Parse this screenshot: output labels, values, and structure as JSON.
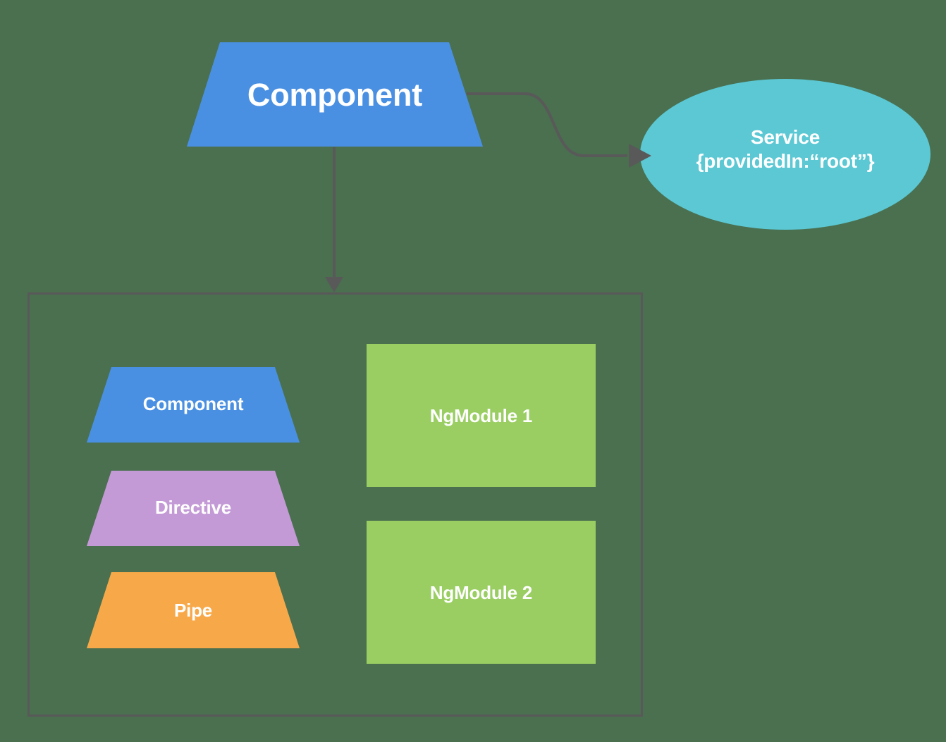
{
  "diagram": {
    "title": "Angular Component, Service and NgModule relationship diagram",
    "background_color": "#4a7050",
    "connector_color": "#595959",
    "nodes": {
      "component_top": {
        "label": "Component",
        "shape": "trapezoid",
        "color": "#4a90e2",
        "text_color": "#ffffff"
      },
      "service": {
        "label": "Service\n{providedIn:“root”}",
        "line1": "Service",
        "line2": "{providedIn:“root”}",
        "shape": "ellipse",
        "color": "#5bc8d4",
        "text_color": "#ffffff"
      },
      "component_inner": {
        "label": "Component",
        "shape": "trapezoid",
        "color": "#4a90e2",
        "text_color": "#ffffff"
      },
      "directive": {
        "label": "Directive",
        "shape": "trapezoid",
        "color": "#c49ad6",
        "text_color": "#ffffff"
      },
      "pipe": {
        "label": "Pipe",
        "shape": "trapezoid",
        "color": "#f7a94a",
        "text_color": "#ffffff"
      },
      "ngmodule_1": {
        "label": "NgModule 1",
        "shape": "rectangle",
        "color": "#9ace63",
        "text_color": "#ffffff"
      },
      "ngmodule_2": {
        "label": "NgModule 2",
        "shape": "rectangle",
        "color": "#9ace63",
        "text_color": "#ffffff"
      }
    },
    "container": {
      "label": "",
      "border_color": "#595959"
    },
    "edges": [
      {
        "from": "component_top",
        "to": "service",
        "style": "curved",
        "arrowhead": "filled-triangle"
      },
      {
        "from": "component_top",
        "to": "container",
        "style": "straight",
        "arrowhead": "filled-triangle"
      }
    ]
  }
}
